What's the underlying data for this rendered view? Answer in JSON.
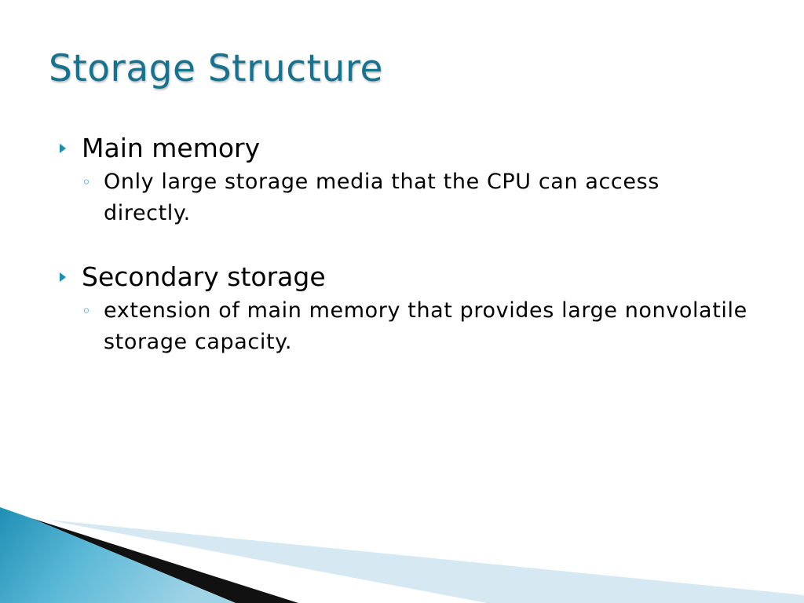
{
  "slide": {
    "title": "Storage Structure",
    "bullets": [
      {
        "text": "Main memory",
        "sub": "Only large storage media that the CPU can access directly."
      },
      {
        "text": "Secondary storage",
        "sub": "extension of main memory that provides large nonvolatile storage capacity."
      }
    ],
    "colors": {
      "title": "#17728f",
      "bullet_marker": "#1a8fb0",
      "decor_teal": "#1f8fb5",
      "decor_light": "#d6e8f1",
      "decor_dark": "#111111"
    },
    "icons": {
      "level1_marker": "triangle-right-icon",
      "level2_marker": "ring-bullet-icon"
    }
  }
}
